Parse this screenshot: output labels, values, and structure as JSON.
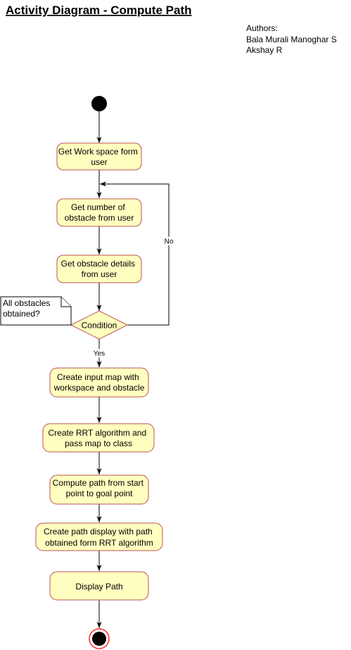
{
  "title": "Activity Diagram - Compute Path",
  "authors": {
    "heading": "Authors:",
    "names": [
      "Bala Murali Manoghar S",
      "Akshay R"
    ]
  },
  "actions": [
    {
      "id": "get-workspace",
      "lines": [
        "Get Work space form",
        "user"
      ]
    },
    {
      "id": "get-obstacle-count",
      "lines": [
        "Get number of",
        "obstacle from user"
      ]
    },
    {
      "id": "get-obstacle-details",
      "lines": [
        "Get obstacle details",
        "from user"
      ]
    },
    {
      "id": "create-input-map",
      "lines": [
        "Create input map with",
        "workspace and obstacle"
      ]
    },
    {
      "id": "create-rrt",
      "lines": [
        "Create RRT algorithm and",
        "pass map to class"
      ]
    },
    {
      "id": "compute-path",
      "lines": [
        "Compute path from start",
        "point to goal point"
      ]
    },
    {
      "id": "create-path-display",
      "lines": [
        "Create path display with path",
        "obtained form RRT algorithm"
      ]
    },
    {
      "id": "display-path",
      "lines": [
        "Display Path"
      ]
    }
  ],
  "decision": {
    "label": "Condition"
  },
  "note": {
    "lines": [
      "All obstacles",
      "obtained?"
    ]
  },
  "edge_labels": {
    "no": "No",
    "yes": "Yes"
  },
  "colors": {
    "node_fill": "#ffffc0",
    "node_stroke": "#b85450",
    "end_ring": "#ff0000",
    "edge": "#000000"
  }
}
